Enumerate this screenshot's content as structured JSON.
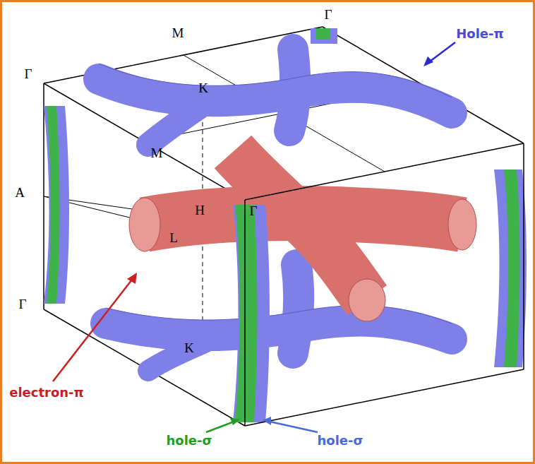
{
  "diagram": {
    "labels": [
      "Γ",
      "Hole-π",
      "M",
      "Γ",
      "K",
      "M",
      "A",
      "H",
      "Γ",
      "L",
      "Γ",
      "K",
      "electron-π",
      "hole-σ",
      "hole-σ"
    ]
  }
}
